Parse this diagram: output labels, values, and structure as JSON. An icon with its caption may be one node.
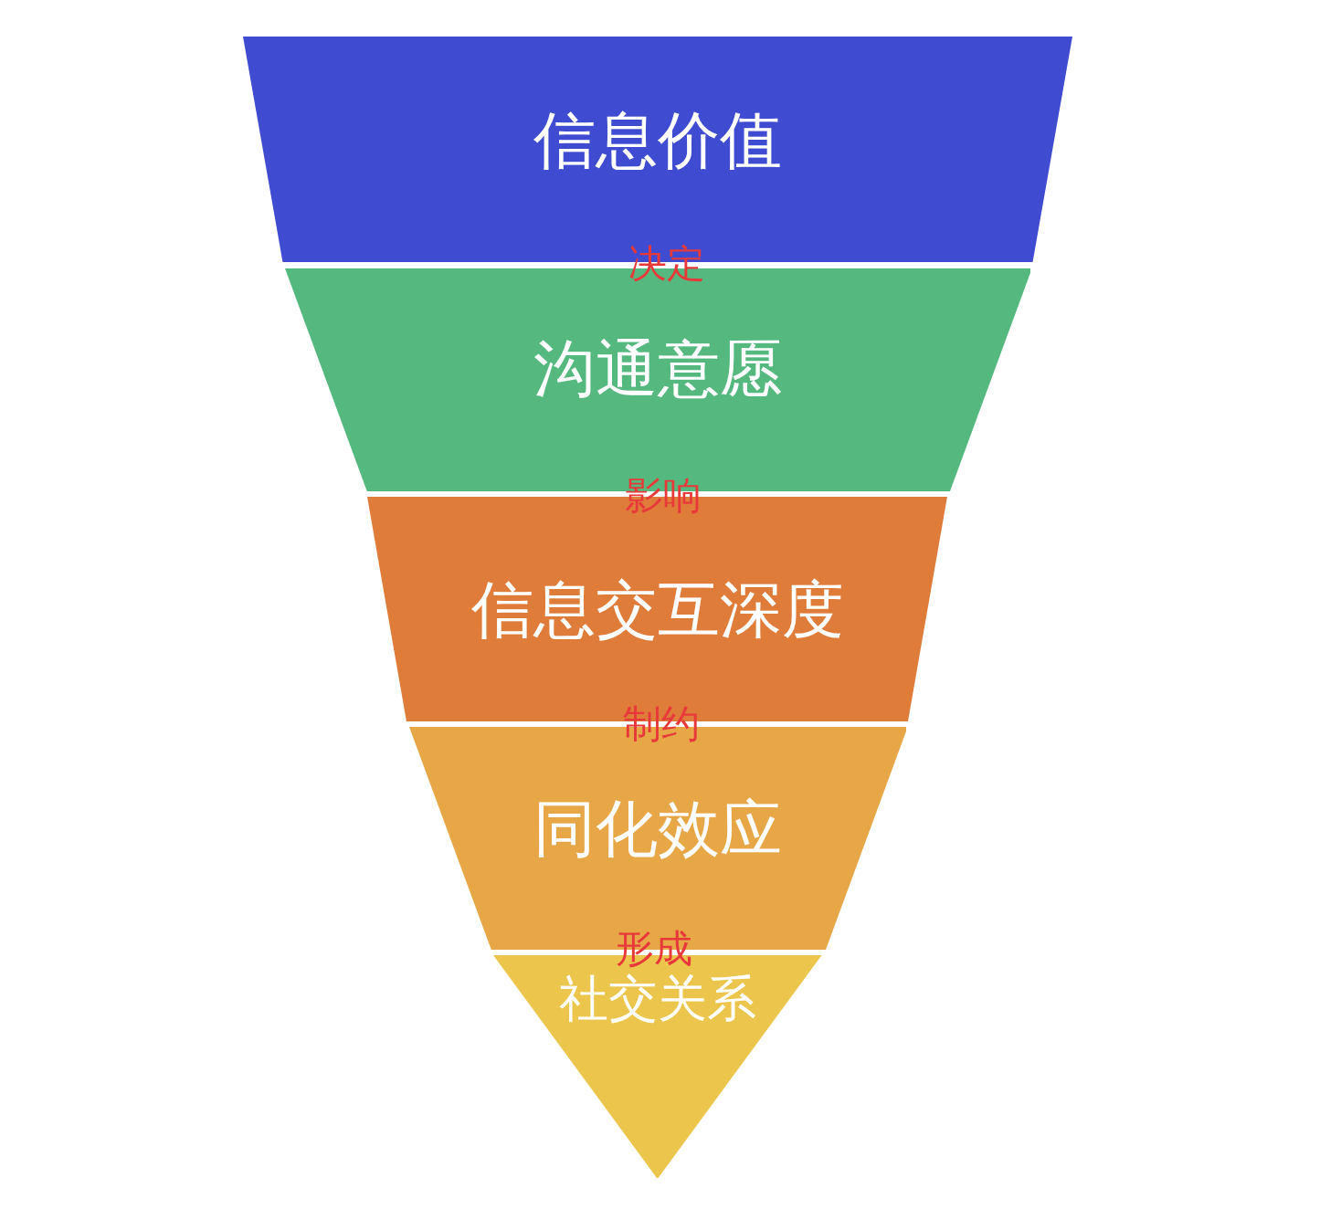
{
  "diagram": {
    "nodes": [
      {
        "text": [
          "信息价值"
        ]
      },
      {
        "text": [
          "沟通意愿"
        ]
      },
      {
        "text": [
          "信息交互深度"
        ]
      },
      {
        "text": [
          "同化效应"
        ]
      },
      {
        "text": [
          "社交关系"
        ]
      }
    ],
    "labels": [
      "决定",
      "影响",
      "制约",
      "形成"
    ]
  }
}
